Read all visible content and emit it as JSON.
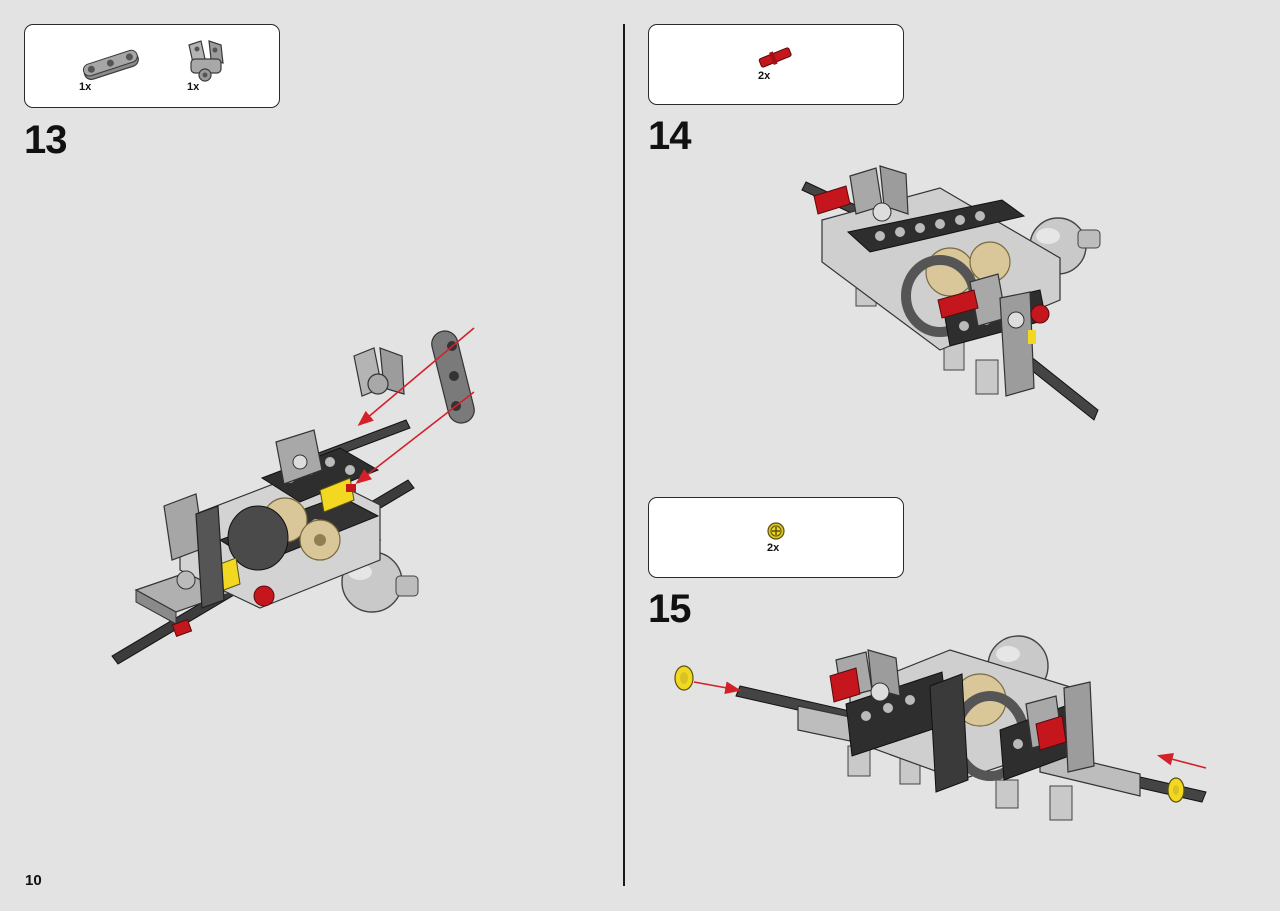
{
  "page_number": "10",
  "steps": [
    {
      "number": "13",
      "parts": [
        {
          "icon": "liftarm-3-icon",
          "qty": "1x"
        },
        {
          "icon": "axle-pin-connector-icon",
          "qty": "1x"
        }
      ]
    },
    {
      "number": "14",
      "parts": [
        {
          "icon": "red-axle-pin-icon",
          "qty": "2x"
        }
      ]
    },
    {
      "number": "15",
      "parts": [
        {
          "icon": "yellow-bush-icon",
          "qty": "2x"
        }
      ]
    }
  ],
  "colors": {
    "background": "#e3e3e3",
    "arrow": "#d3212a",
    "light_gray": "#a8a8a8",
    "dark_gray": "#3c3c3c",
    "red": "#c4161c",
    "yellow": "#f2d821",
    "tan": "#d9c79a"
  }
}
